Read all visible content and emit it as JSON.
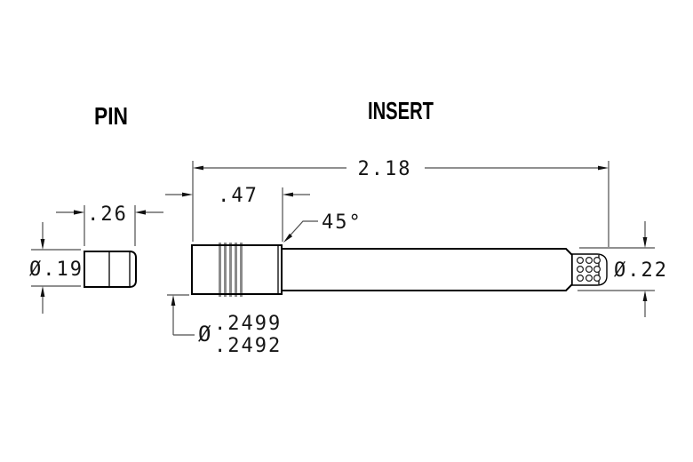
{
  "drawing": {
    "background_color": "#ffffff",
    "outline_color": "#000000",
    "dimension_color": "#4d4d4d",
    "views": {
      "pin": {
        "title": "PIN",
        "dimensions": {
          "length": ".26",
          "diameter": "Ø.19"
        }
      },
      "insert": {
        "title": "INSERT",
        "dimensions": {
          "overall_length": "2.18",
          "knurl_length": ".47",
          "chamfer_angle": "45°",
          "body_diameter_symbol": "Ø",
          "body_diameter_max": ".2499",
          "body_diameter_min": ".2492",
          "tip_diameter": "Ø.22"
        }
      }
    }
  }
}
